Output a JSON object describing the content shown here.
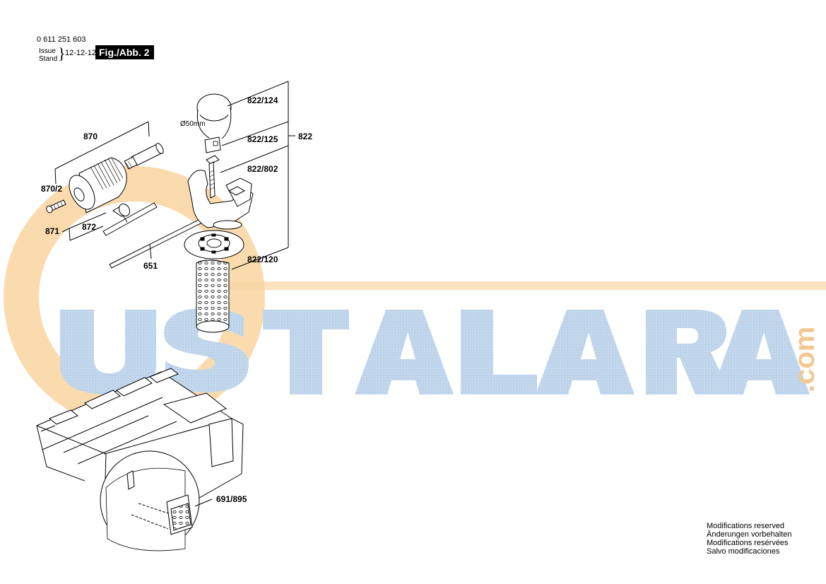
{
  "header": {
    "part_number": "0 611 251 603",
    "issue_label": "Issue",
    "stand_label": "Stand",
    "date": "12-12-12",
    "figure": "Fig./Abb. 2"
  },
  "watermark": {
    "text": "USTALARA",
    "suffix": ".com",
    "color_orange": "#f6c27a",
    "color_blue": "#bcd3ea"
  },
  "labels": {
    "p870": "870",
    "p870_2": "870/2",
    "p871": "871",
    "p872": "872",
    "p651": "651",
    "p822": "822",
    "p822_124": "822/124",
    "p822_125": "822/125",
    "p822_802": "822/802",
    "p822_120": "822/120",
    "p691_895": "691/895",
    "diameter": "Ø50mm"
  },
  "footer": {
    "lines": [
      "Modifications reserved",
      "Änderungen vorbehalten",
      "Modifications resérvées",
      "Salvo modificaciones"
    ]
  }
}
